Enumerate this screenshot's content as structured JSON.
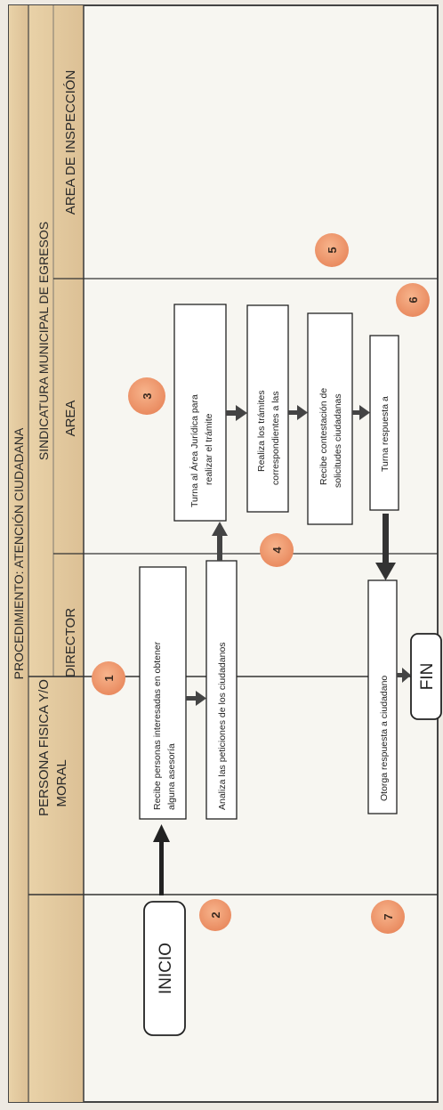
{
  "header": {
    "title": "PROCEDIMIENTO: ATENCIÓN CIUDADANA",
    "dept": "SINDICATURA MUNICIPAL DE EGRESOS",
    "lanes": [
      "PERSONA FISICA Y/O",
      "MORAL",
      "DIRECTOR",
      "AREA",
      "AREA DE INSPECCIÓN"
    ]
  },
  "terminals": {
    "start": "INICIO",
    "end": "FIN"
  },
  "steps": {
    "s1": [
      "Recibe personas interesadas en obtener",
      "alguna asesoría"
    ],
    "s2": [
      "Analiza las peticiones de los ciudadanos"
    ],
    "s3": [
      "Turna al Área Jurídica para",
      "realizar el trámite"
    ],
    "s4": [
      "Realiza los trámites",
      "correspondientes a las"
    ],
    "s5": [
      "Recibe contestación de",
      "solicitudes ciudadanas"
    ],
    "s6": [
      "Turna respuesta a"
    ],
    "s7": [
      "Otorga respuesta a ciudadano"
    ]
  },
  "markers": [
    "1",
    "2",
    "3",
    "4",
    "5",
    "6",
    "7"
  ],
  "colors": {
    "paper": "#f7f6f1",
    "header_band": "#e3c89c",
    "marker_fill": "#f0a077",
    "line": "#2a2a2a"
  }
}
